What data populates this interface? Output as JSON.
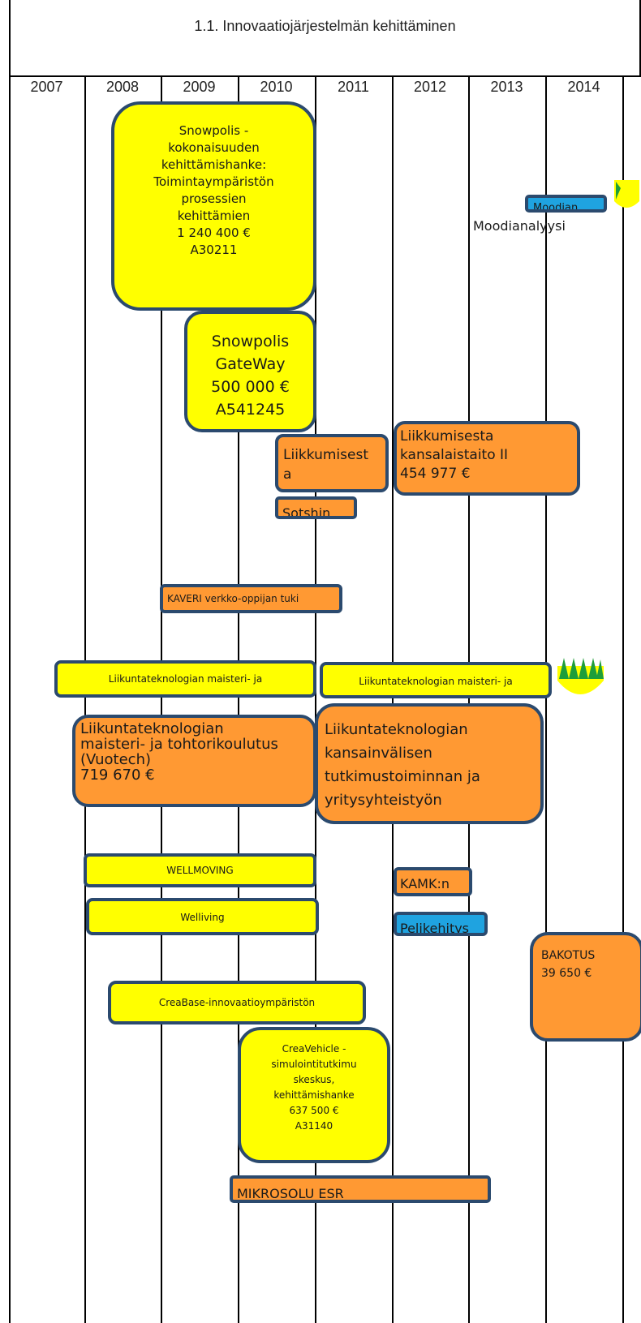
{
  "title": "1.1. Innovaatiojärjestelmän kehittäminen",
  "years": [
    "2007",
    "2008",
    "2009",
    "2010",
    "2011",
    "2012",
    "2013",
    "2014"
  ],
  "bars": {
    "snowpolis_kokonaisuus": "Snowpolis -\nkokonaisuuden\nkehittämishanke:\nToimintaympäristön\nprosessien\nkehittämien\n1 240 400 €\nA30211",
    "moodian_bar": "Moodian",
    "moodianalyysi_label": "Moodianalyysi",
    "snowpolis_gateway": "Snowpolis\nGateWay\n500 000 €\nA541245",
    "liikkumisesta_small": "Liikkumisest\na",
    "liikkumisesta_ii": "Liikkumisesta\nkansalaistaito II\n454 977 €",
    "sotshin": "Sotshin",
    "kaveri": "KAVERI verkko-oppijan tuki",
    "liikuntatek_maisteri_1": "Liikuntateknologian maisteri- ja",
    "liikuntatek_maisteri_2": "Liikuntateknologian maisteri- ja",
    "vuotech": "Liikuntateknologian\nmaisteri- ja tohtorikoulutus\n(Vuotech)\n719 670 €",
    "kansainvalisen": "Liikuntateknologian\nkansainvälisen\ntutkimustoiminnan ja\nyritysyhteistyön",
    "wellmoving": "WELLMOVING",
    "kamk": "KAMK:n",
    "welliving": "Welliving",
    "pelikehitys": "Pelikehitys",
    "bakotus": "BAKOTUS\n39 650 €",
    "creabase": "CreaBase-innovaatioympäristön",
    "creavehicle": "CreaVehicle -\nsimulointitutkimu\nskeskus,\nkehittämishanke\n637 500 €\nA31140",
    "mikrosolu": "MIKROSOLU ESR"
  },
  "colors": {
    "yellow": "#ffff00",
    "orange": "#ff9933",
    "blue": "#1fa3e0",
    "border": "#2b4a6e",
    "tree_green": "#1e9e3a"
  }
}
